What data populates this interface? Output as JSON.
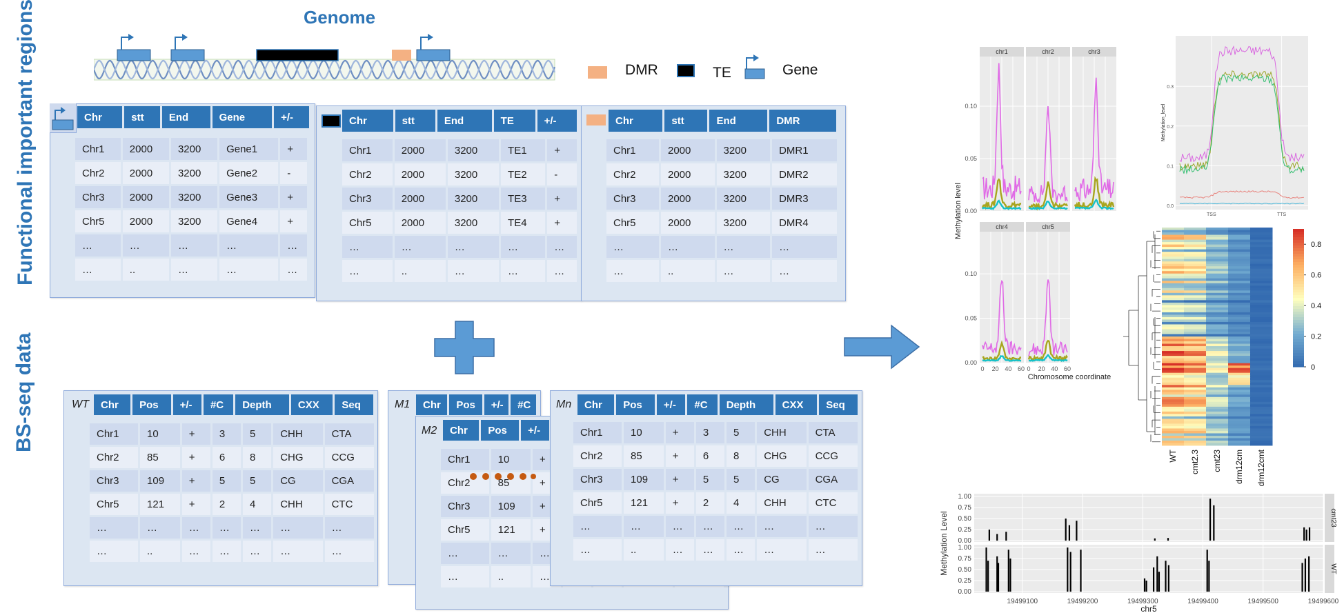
{
  "labels": {
    "genome": "Genome",
    "functional": "Functional important regions",
    "bsseq": "BS-seq data"
  },
  "legend": {
    "dmr": "DMR",
    "te": "TE",
    "gene": "Gene"
  },
  "colors": {
    "blue": "#2e75b6",
    "dmr": "#f4b183",
    "te": "#000000",
    "gene": "#5b9bd5",
    "panel": "#dce6f2"
  },
  "icons": [
    "gene-arrow-icon",
    "te-box-icon",
    "dmr-box-icon",
    "plus-icon",
    "right-arrow-icon",
    "dna-helix-icon"
  ],
  "tables": {
    "gene": {
      "headers": [
        "Chr",
        "stt",
        "End",
        "Gene",
        "+/-"
      ],
      "rows": [
        [
          "Chr1",
          "2000",
          "3200",
          "Gene1",
          "+"
        ],
        [
          "Chr2",
          "2000",
          "3200",
          "Gene2",
          "-"
        ],
        [
          "Chr3",
          "2000",
          "3200",
          "Gene3",
          "+"
        ],
        [
          "Chr5",
          "2000",
          "3200",
          "Gene4",
          "+"
        ],
        [
          "…",
          "…",
          "…",
          "…",
          "…"
        ],
        [
          "…",
          "..",
          "…",
          "…",
          "…"
        ]
      ]
    },
    "te": {
      "headers": [
        "Chr",
        "stt",
        "End",
        "TE",
        "+/-"
      ],
      "rows": [
        [
          "Chr1",
          "2000",
          "3200",
          "TE1",
          "+"
        ],
        [
          "Chr2",
          "2000",
          "3200",
          "TE2",
          "-"
        ],
        [
          "Chr3",
          "2000",
          "3200",
          "TE3",
          "+"
        ],
        [
          "Chr5",
          "2000",
          "3200",
          "TE4",
          "+"
        ],
        [
          "…",
          "…",
          "…",
          "…",
          "…"
        ],
        [
          "…",
          "..",
          "…",
          "…",
          "…"
        ]
      ]
    },
    "dmr": {
      "headers": [
        "Chr",
        "stt",
        "End",
        "DMR"
      ],
      "rows": [
        [
          "Chr1",
          "2000",
          "3200",
          "DMR1"
        ],
        [
          "Chr2",
          "2000",
          "3200",
          "DMR2"
        ],
        [
          "Chr3",
          "2000",
          "3200",
          "DMR3"
        ],
        [
          "Chr5",
          "2000",
          "3200",
          "DMR4"
        ],
        [
          "…",
          "…",
          "…",
          "…"
        ],
        [
          "…",
          "..",
          "…",
          "…"
        ]
      ]
    },
    "bs_headers": [
      "Chr",
      "Pos",
      "+/-",
      "#C",
      "Depth",
      "CXX",
      "Seq"
    ],
    "bs_rows": [
      [
        "Chr1",
        "10",
        "+",
        "3",
        "5",
        "CHH",
        "CTA"
      ],
      [
        "Chr2",
        "85",
        "+",
        "6",
        "8",
        "CHG",
        "CCG"
      ],
      [
        "Chr3",
        "109",
        "+",
        "5",
        "5",
        "CG",
        "CGA"
      ],
      [
        "Chr5",
        "121",
        "+",
        "2",
        "4",
        "CHH",
        "CTC"
      ],
      [
        "…",
        "…",
        "…",
        "…",
        "…",
        "…",
        "…"
      ],
      [
        "…",
        "..",
        "…",
        "…",
        "…",
        "…",
        "…"
      ]
    ],
    "bs_tags": {
      "wt": "WT",
      "m1": "M1",
      "m2": "M2",
      "mn": "Mn"
    }
  },
  "chart_data": [
    {
      "type": "line",
      "facets": [
        "chr1",
        "chr2",
        "chr3",
        "chr4",
        "chr5"
      ],
      "ylabel": "Methylation level",
      "xlabel": "Chromosome coordinate",
      "ylim": [
        0,
        0.14
      ],
      "yticks": [
        "0.00",
        "0.05",
        "0.10"
      ],
      "xticks": [
        "0",
        "20",
        "40",
        "60"
      ],
      "series": [
        {
          "color": "#e06ae6",
          "peak": [
            0.135,
            0.1,
            0.125,
            0.095,
            0.09
          ]
        },
        {
          "color": "#a8a51e",
          "peak": [
            0.03,
            0.025,
            0.03,
            0.02,
            0.025
          ]
        },
        {
          "color": "#15c1c8",
          "peak": [
            0.008,
            0.008,
            0.009,
            0.006,
            0.007
          ]
        }
      ]
    },
    {
      "type": "line",
      "ylabel": "Methylation_level",
      "xticks": [
        "TSS",
        "TTS"
      ],
      "yticks": [
        "0.0",
        "0.1",
        "0.2",
        "0.3"
      ],
      "ylim": [
        0,
        0.42
      ],
      "series": [
        {
          "color": "#d969e0",
          "flank": 0.12,
          "body": 0.39
        },
        {
          "color": "#9aa52a",
          "flank": 0.1,
          "body": 0.33
        },
        {
          "color": "#35bf72",
          "flank": 0.09,
          "body": 0.32
        },
        {
          "color": "#e8857f",
          "flank": 0.02,
          "body": 0.035
        },
        {
          "color": "#46b5d8",
          "flank": 0.005,
          "body": 0.005
        }
      ]
    },
    {
      "type": "heatmap",
      "columns": [
        "WT",
        "cmt2.3",
        "cmt23",
        "drm12cm",
        "drm12cmt"
      ],
      "colorbar_ticks": [
        "0",
        "0.2",
        "0.4",
        "0.6",
        "0.8"
      ],
      "range": [
        0,
        0.9
      ]
    },
    {
      "type": "bar",
      "ylabel": "Methylation Level",
      "xlabel": "chr5",
      "xticks": [
        "19499100",
        "19499200",
        "19499300",
        "19499400",
        "19499500",
        "19499600"
      ],
      "yticks": [
        "0.00",
        "0.25",
        "0.50",
        "0.75",
        "1.00"
      ],
      "facets": [
        "cmt23",
        "WT"
      ],
      "xlim": [
        19499020,
        19499600
      ],
      "bars": [
        [
          [
            19499045,
            0.25
          ],
          [
            19499058,
            0.15
          ],
          [
            19499073,
            0.2
          ],
          [
            19499172,
            0.5
          ],
          [
            19499178,
            0.35
          ],
          [
            19499190,
            0.45
          ],
          [
            19499320,
            0.05
          ],
          [
            19499342,
            0.06
          ],
          [
            19499412,
            0.95
          ],
          [
            19499418,
            0.8
          ],
          [
            19499568,
            0.3
          ],
          [
            19499572,
            0.25
          ],
          [
            19499577,
            0.3
          ]
        ],
        [
          [
            19499040,
            1.0
          ],
          [
            19499043,
            0.7
          ],
          [
            19499058,
            0.8
          ],
          [
            19499060,
            0.65
          ],
          [
            19499077,
            0.95
          ],
          [
            19499080,
            0.75
          ],
          [
            19499175,
            1.0
          ],
          [
            19499180,
            0.9
          ],
          [
            19499197,
            0.95
          ],
          [
            19499303,
            0.3
          ],
          [
            19499306,
            0.25
          ],
          [
            19499318,
            0.55
          ],
          [
            19499324,
            0.8
          ],
          [
            19499327,
            0.45
          ],
          [
            19499338,
            0.7
          ],
          [
            19499343,
            0.6
          ],
          [
            19499407,
            0.95
          ],
          [
            19499410,
            0.7
          ],
          [
            19499565,
            0.65
          ],
          [
            19499570,
            0.75
          ],
          [
            19499576,
            0.8
          ]
        ]
      ]
    }
  ]
}
